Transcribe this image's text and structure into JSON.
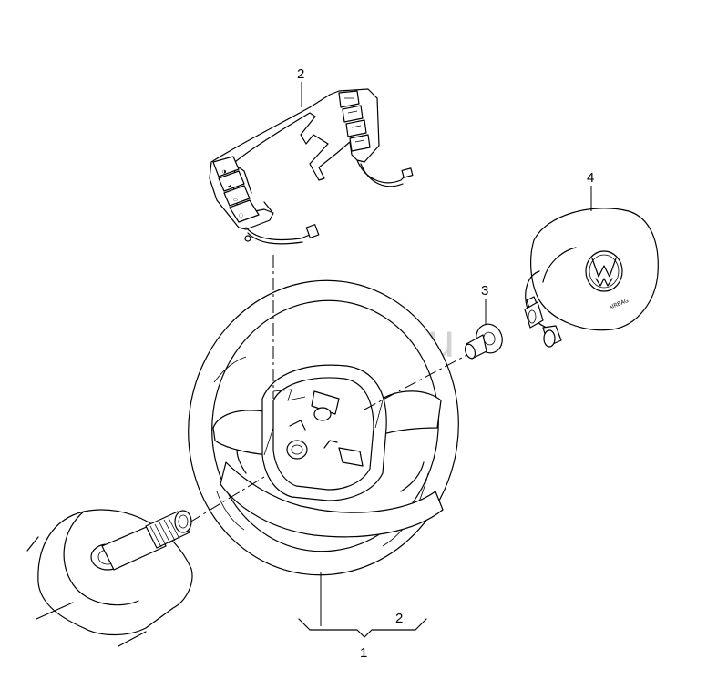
{
  "watermark": "vagtec.ru",
  "callouts": {
    "item_1": "1",
    "item_2_top": "2",
    "item_2_bracket": "2",
    "item_3": "3",
    "item_4": "4"
  },
  "labels": {
    "airbag": "AIRBAG"
  }
}
